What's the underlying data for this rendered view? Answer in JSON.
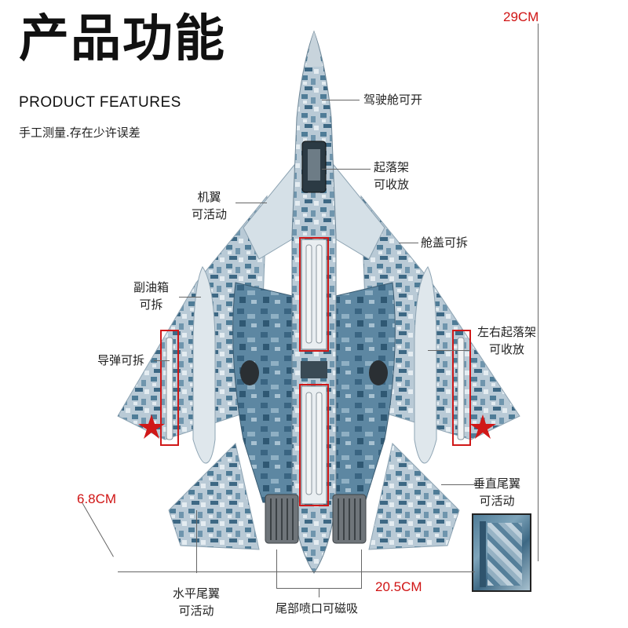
{
  "header": {
    "title": "产品功能",
    "subtitle": "PRODUCT FEATURES",
    "note": "手工测量.存在少许误差"
  },
  "callouts": {
    "cockpit": "驾驶舱可开",
    "landing_gear": "起落架",
    "landing_gear_2": "可收放",
    "wing": "机翼",
    "wing_2": "可活动",
    "canopy": "舱盖可拆",
    "fuel_tank": "副油箱",
    "fuel_tank_2": "可拆",
    "side_gear": "左右起落架",
    "side_gear_2": "可收放",
    "missile": "导弹可拆",
    "vertical_tail": "垂直尾翼",
    "vertical_tail_2": "可活动",
    "horizontal_tail": "水平尾翼",
    "horizontal_tail_2": "可活动",
    "nozzle": "尾部喷口可磁吸"
  },
  "dimensions": {
    "length": "29CM",
    "height": "6.8CM",
    "wingspan": "20.5CM"
  },
  "colors": {
    "accent_red": "#d01414",
    "camo_blue": "#4f7c97",
    "camo_light": "#c9d8e2"
  }
}
